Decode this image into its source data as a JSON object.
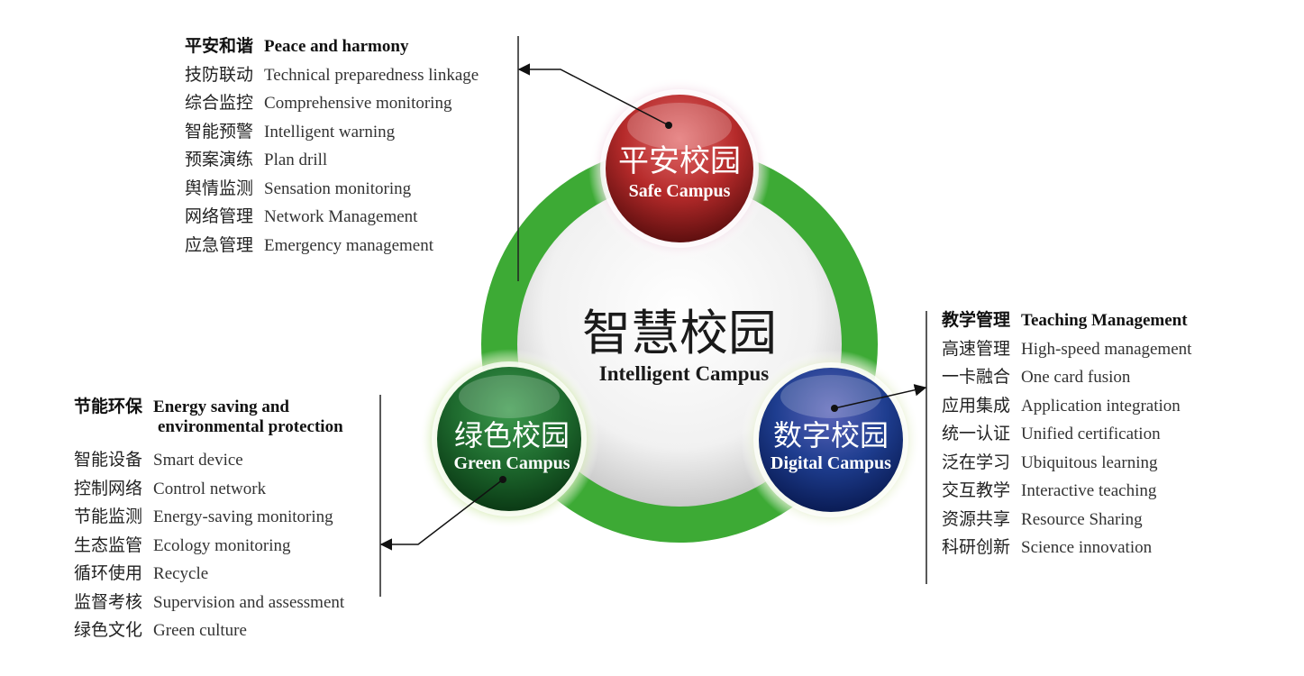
{
  "center": {
    "cn": "智慧校园",
    "en": "Intelligent Campus"
  },
  "safe": {
    "cn": "平安校园",
    "en": "Safe Campus",
    "heading": {
      "cn": "平安和谐",
      "en": "Peace and harmony"
    },
    "items": [
      {
        "cn": "技防联动",
        "en": "Technical preparedness linkage"
      },
      {
        "cn": "综合监控",
        "en": "Comprehensive monitoring"
      },
      {
        "cn": "智能预警",
        "en": "Intelligent warning"
      },
      {
        "cn": "预案演练",
        "en": "Plan drill"
      },
      {
        "cn": "舆情监测",
        "en": "Sensation monitoring"
      },
      {
        "cn": "网络管理",
        "en": "Network Management"
      },
      {
        "cn": "应急管理",
        "en": "Emergency management"
      }
    ]
  },
  "green": {
    "cn": "绿色校园",
    "en": "Green Campus",
    "heading": {
      "cn": "节能环保",
      "en": "Energy saving and",
      "en2": "environmental protection"
    },
    "items": [
      {
        "cn": "智能设备",
        "en": "Smart device"
      },
      {
        "cn": "控制网络",
        "en": "Control network"
      },
      {
        "cn": "节能监测",
        "en": "Energy-saving monitoring"
      },
      {
        "cn": "生态监管",
        "en": "Ecology monitoring"
      },
      {
        "cn": "循环使用",
        "en": "Recycle"
      },
      {
        "cn": "监督考核",
        "en": "Supervision and assessment"
      },
      {
        "cn": "绿色文化",
        "en": "Green culture"
      }
    ]
  },
  "digital": {
    "cn": "数字校园",
    "en": "Digital Campus",
    "heading": {
      "cn": "教学管理",
      "en": "Teaching Management"
    },
    "items": [
      {
        "cn": "高速管理",
        "en": "High-speed management"
      },
      {
        "cn": "一卡融合",
        "en": "One card fusion"
      },
      {
        "cn": "应用集成",
        "en": "Application integration"
      },
      {
        "cn": "统一认证",
        "en": "Unified certification"
      },
      {
        "cn": "泛在学习",
        "en": "Ubiquitous learning"
      },
      {
        "cn": "交互教学",
        "en": "Interactive teaching"
      },
      {
        "cn": "资源共享",
        "en": "Resource Sharing"
      },
      {
        "cn": "科研创新",
        "en": "Science innovation"
      }
    ]
  },
  "colors": {
    "ring": "#3daa35",
    "safe": "#b52a2a",
    "green": "#1e6a2e",
    "digital": "#1e3d8f"
  }
}
